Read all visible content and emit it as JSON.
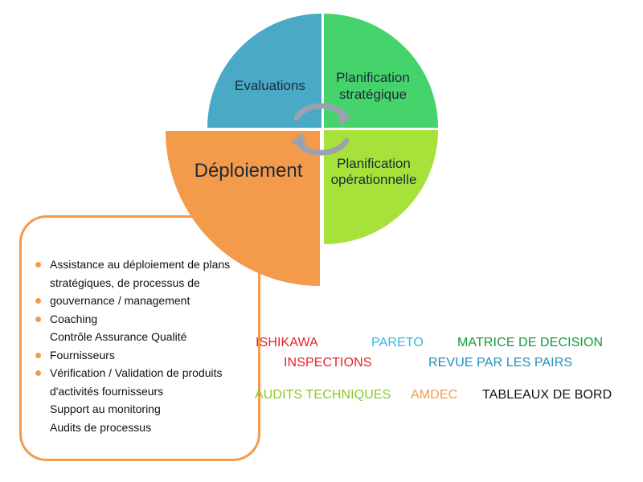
{
  "cycle": {
    "quadrants": [
      {
        "id": "evaluations",
        "label": "Evaluations",
        "color": "#4aa9c5",
        "text_color": "#1f2a3a"
      },
      {
        "id": "planification-strategique",
        "label_lines": [
          "Planification",
          "stratégique"
        ],
        "color": "#45d46b",
        "text_color": "#1f2a3a"
      },
      {
        "id": "planification-operationnelle",
        "label_lines": [
          "Planification",
          "opérationnelle"
        ],
        "color": "#a6e23a",
        "text_color": "#1f2a3a"
      },
      {
        "id": "deploiement",
        "label": "Déploiement",
        "color": "#f39a4b",
        "text_color": "#1f2a3a"
      }
    ],
    "arrows_color": "#9aa3ad"
  },
  "deploiement_details": {
    "border_color": "#f39a4b",
    "items": [
      {
        "text": "Assistance au déploiement de plans",
        "bullet": true
      },
      {
        "text": "stratégiques, de processus de",
        "bullet": false
      },
      {
        "text": "gouvernance / management",
        "bullet": true
      },
      {
        "text": "Coaching",
        "bullet": true
      },
      {
        "text": "Contrôle Assurance Qualité",
        "bullet": false
      },
      {
        "text": "Fournisseurs",
        "bullet": true
      },
      {
        "text": "Vérification / Validation de produits",
        "bullet": true
      },
      {
        "text": "d'activités fournisseurs",
        "bullet": false
      },
      {
        "text": "Support au monitoring",
        "bullet": false
      },
      {
        "text": "Audits de processus",
        "bullet": false
      }
    ]
  },
  "tools": {
    "ishikawa": {
      "label": "ISHIKAWA",
      "color": "#e8202a"
    },
    "pareto": {
      "label": "PARETO",
      "color": "#35b7e6"
    },
    "matrice": {
      "label": "MATRICE DE DECISION",
      "color": "#129a3c"
    },
    "inspections": {
      "label": "INSPECTIONS",
      "color": "#e8202a"
    },
    "revue": {
      "label": "REVUE PAR LES PAIRS",
      "color": "#1f8fc0"
    },
    "audits": {
      "label": "AUDITS TECHNIQUES",
      "color": "#8ac926"
    },
    "amdec": {
      "label": "AMDEC",
      "color": "#f39a4b"
    },
    "tableaux": {
      "label": "TABLEAUX DE BORD",
      "color": "#111111"
    }
  }
}
